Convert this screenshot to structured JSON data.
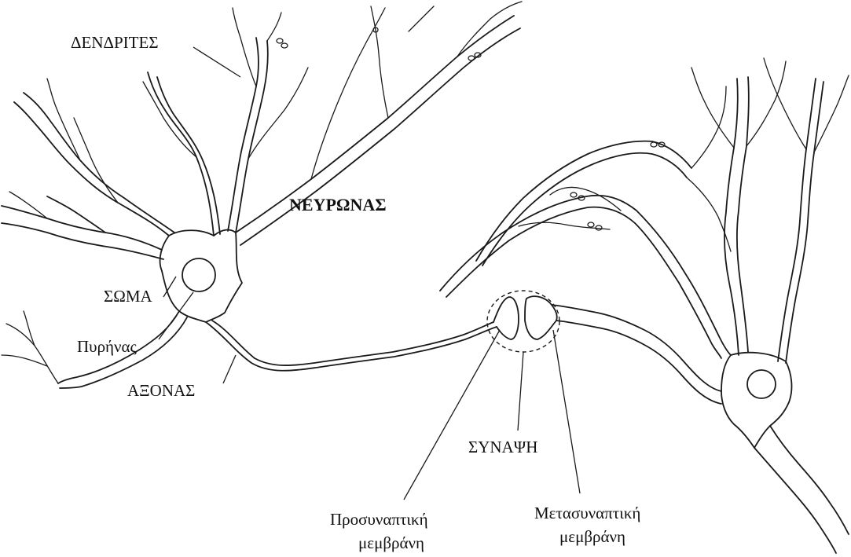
{
  "title": "ΝΕΥΡΩΝΑΣ",
  "labels": {
    "dendrites": "ΔΕΝΔΡΙΤΕΣ",
    "soma": "ΣΩΜΑ",
    "nucleus": "Πυρήνας",
    "axon": "ΑΞΟΝΑΣ",
    "synapse": "ΣΥΝΑΨΗ",
    "presynaptic_line1": "Προσυναπτική",
    "presynaptic_line2": "μεμβράνη",
    "postsynaptic_line1": "Μετασυναπτική",
    "postsynaptic_line2": "μεμβράνη"
  },
  "colors": {
    "ink": "#1a1a1a",
    "background": "#ffffff"
  }
}
